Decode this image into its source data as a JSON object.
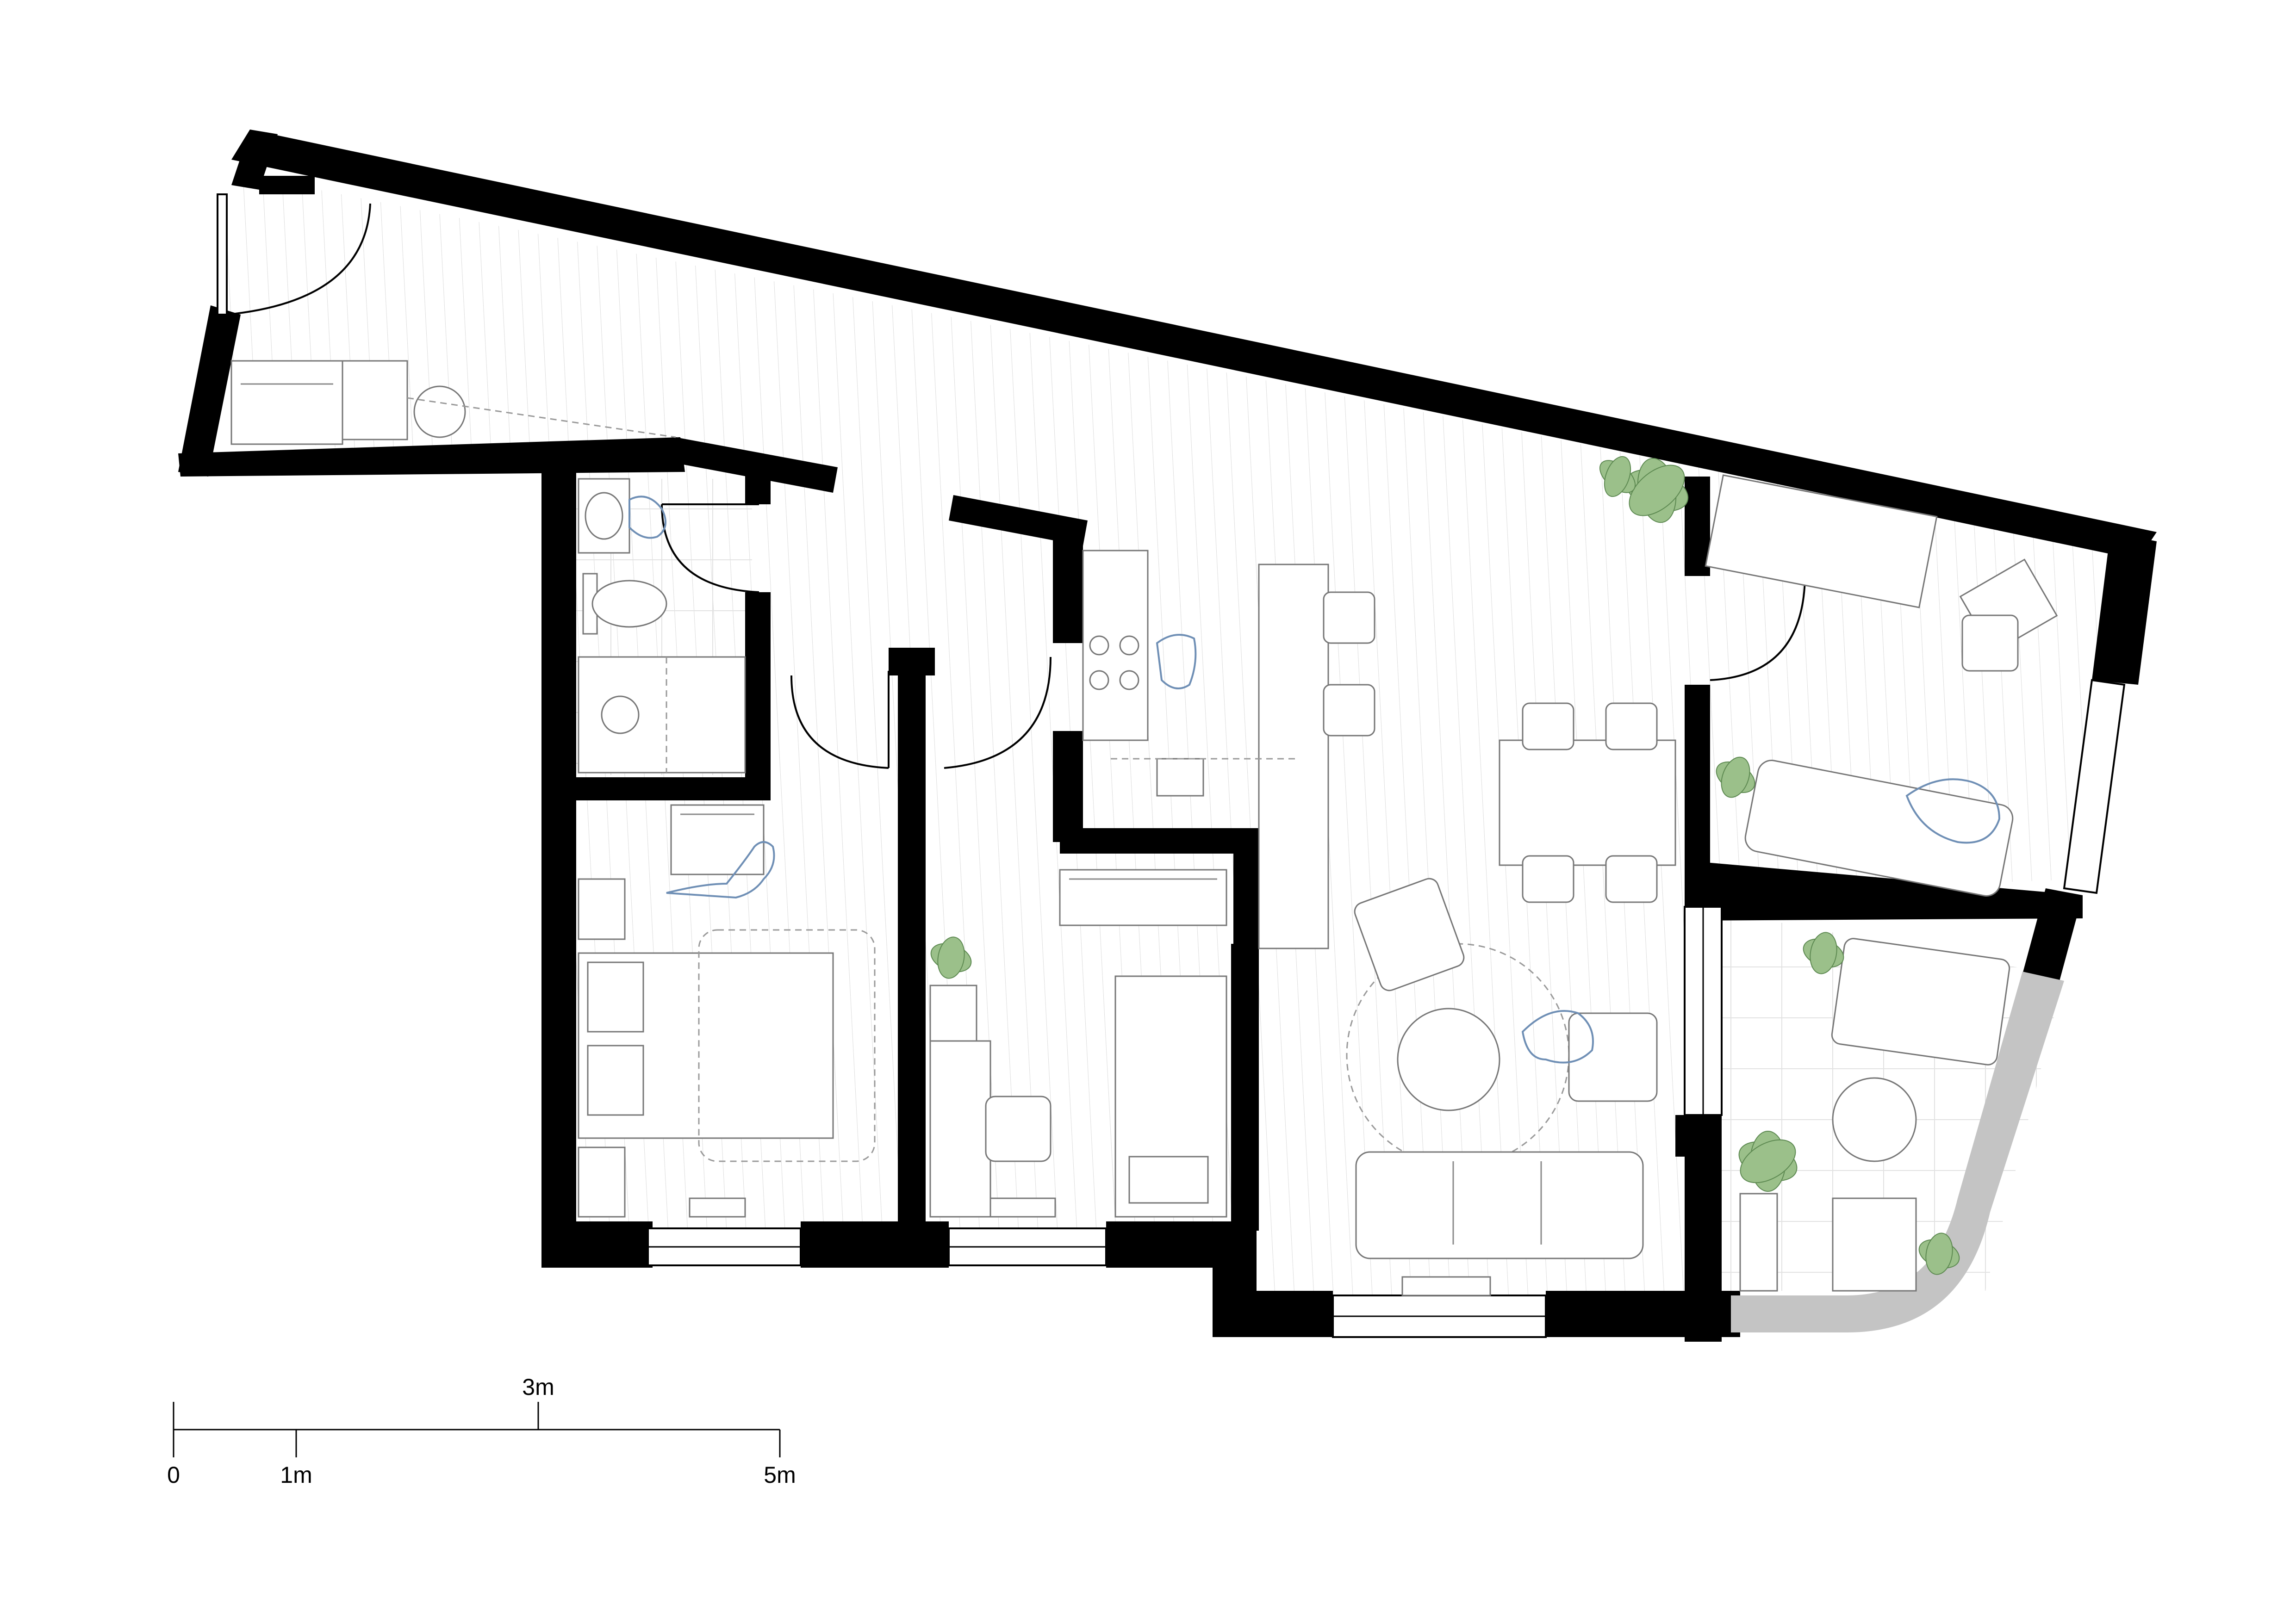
{
  "drawing": {
    "type": "architectural floor plan",
    "colors": {
      "walls": "#000000",
      "balcony_wall": "#c4c4c4",
      "fixtures": "#777777",
      "people": "#6f8fb5",
      "plants": "#9bc08a"
    }
  },
  "scale_bar": {
    "labels": [
      "0",
      "1m",
      "3m",
      "5m"
    ]
  }
}
